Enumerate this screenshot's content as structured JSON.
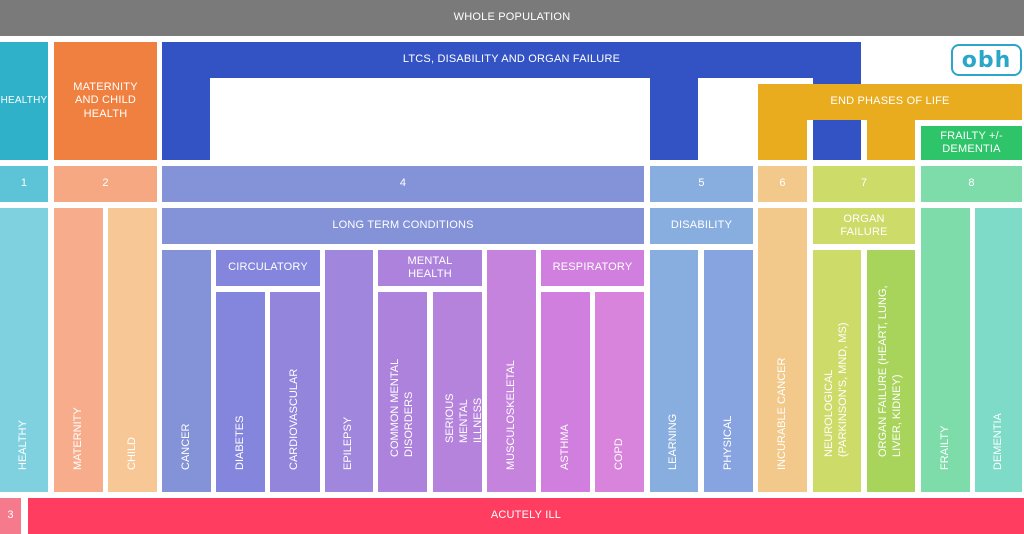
{
  "colors": {
    "grey": "#7a7a7a",
    "teal": "#2fb1c9",
    "orange": "#f08040",
    "blue": "#3352c4",
    "gold": "#e8ac1e",
    "green": "#2ec46a",
    "pink": "#ff3d60"
  },
  "top": {
    "whole_population": "WHOLE POPULATION",
    "healthy": "HEALTHY",
    "maternity_child": "MATERNITY AND CHILD HEALTH",
    "ltcs": "LTCS, DISABILITY AND ORGAN FAILURE",
    "end_phases": "END PHASES OF LIFE",
    "frailty_dementia": "FRAILTY +/- DEMENTIA"
  },
  "logo": "obh",
  "segments": [
    "1",
    "2",
    "4",
    "5",
    "6",
    "7",
    "8"
  ],
  "groups": {
    "long_term_conditions": "LONG TERM CONDITIONS",
    "disability": "DISABILITY",
    "organ_failure": "ORGAN FAILURE",
    "circulatory": "CIRCULATORY",
    "mental_health": "MENTAL HEALTH",
    "respiratory": "RESPIRATORY"
  },
  "columns": {
    "healthy": "HEALTHY",
    "maternity": "MATERNITY",
    "child": "CHILD",
    "cancer": "CANCER",
    "diabetes": "DIABETES",
    "cardiovascular": "CARDIOVASCULAR",
    "epilepsy": "EPILEPSY",
    "common_mental": "COMMON MENTAL DISORDERS",
    "serious_mental": "SERIOUS MENTAL ILLNESS",
    "musculoskeletal": "MUSCULOSKELETAL",
    "asthma": "ASTHMA",
    "copd": "COPD",
    "learning": "LEARNING",
    "physical": "PHYSICAL",
    "incurable_cancer": "INCURABLE CANCER",
    "neurological": "NEUROLOGICAL (PARKINSON'S, MND, MS)",
    "organ_failure": "ORGAN FAILURE (HEART, LUNG, LIVER, KIDNEY)",
    "frailty": "FRAILTY",
    "dementia": "DEMENTIA"
  },
  "bottom": {
    "segment": "3",
    "acutely_ill": "ACUTELY ILL"
  }
}
